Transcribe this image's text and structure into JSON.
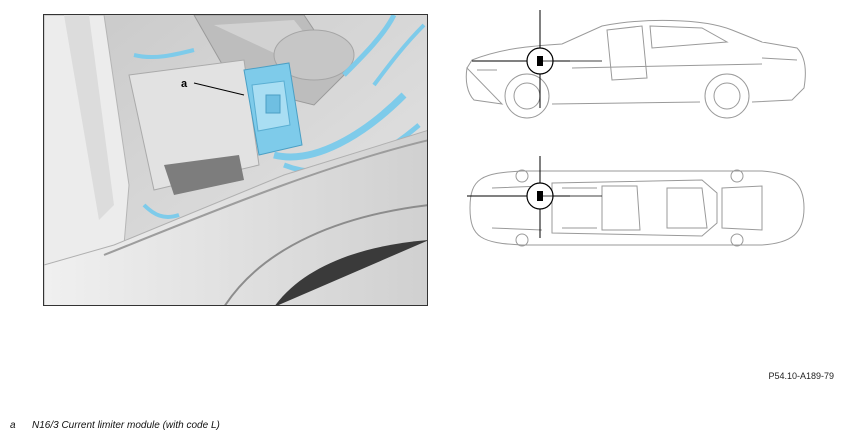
{
  "callout": {
    "key": "a"
  },
  "legend": [
    {
      "key": "a",
      "text": "N16/3 Current limiter module (with code L)"
    }
  ],
  "figure_id": "P54.10-A189-79",
  "colors": {
    "highlight": "#7ecbea",
    "frame": "#333333",
    "line_art": "#9a9a9a"
  }
}
